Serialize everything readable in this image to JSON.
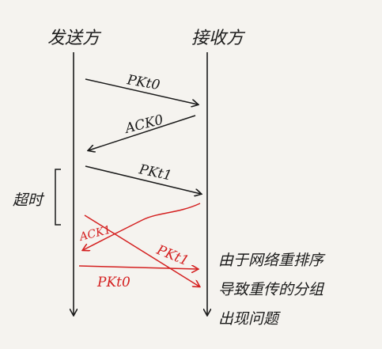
{
  "diagram": {
    "sender_label": "发送方",
    "receiver_label": "接收方",
    "timeout_label": "超时",
    "messages": [
      {
        "label": "PKt0",
        "direction": "sender-to-receiver",
        "color": "#1a1a1a"
      },
      {
        "label": "ACK0",
        "direction": "receiver-to-sender",
        "color": "#1a1a1a"
      },
      {
        "label": "PKt1",
        "direction": "sender-to-receiver",
        "color": "#1a1a1a"
      },
      {
        "label": "ACK1",
        "direction": "receiver-to-sender",
        "color": "#d42020"
      },
      {
        "label": "PKt1",
        "direction": "sender-to-receiver",
        "color": "#d42020"
      },
      {
        "label": "PKt0",
        "direction": "sender-to-receiver",
        "color": "#d42020"
      }
    ],
    "note_lines": [
      "由于网络重排序",
      "导致重传的分组",
      "出现问题"
    ],
    "colors": {
      "ink": "#1a1a1a",
      "red": "#d42020",
      "paper": "#f5f3ef"
    }
  }
}
